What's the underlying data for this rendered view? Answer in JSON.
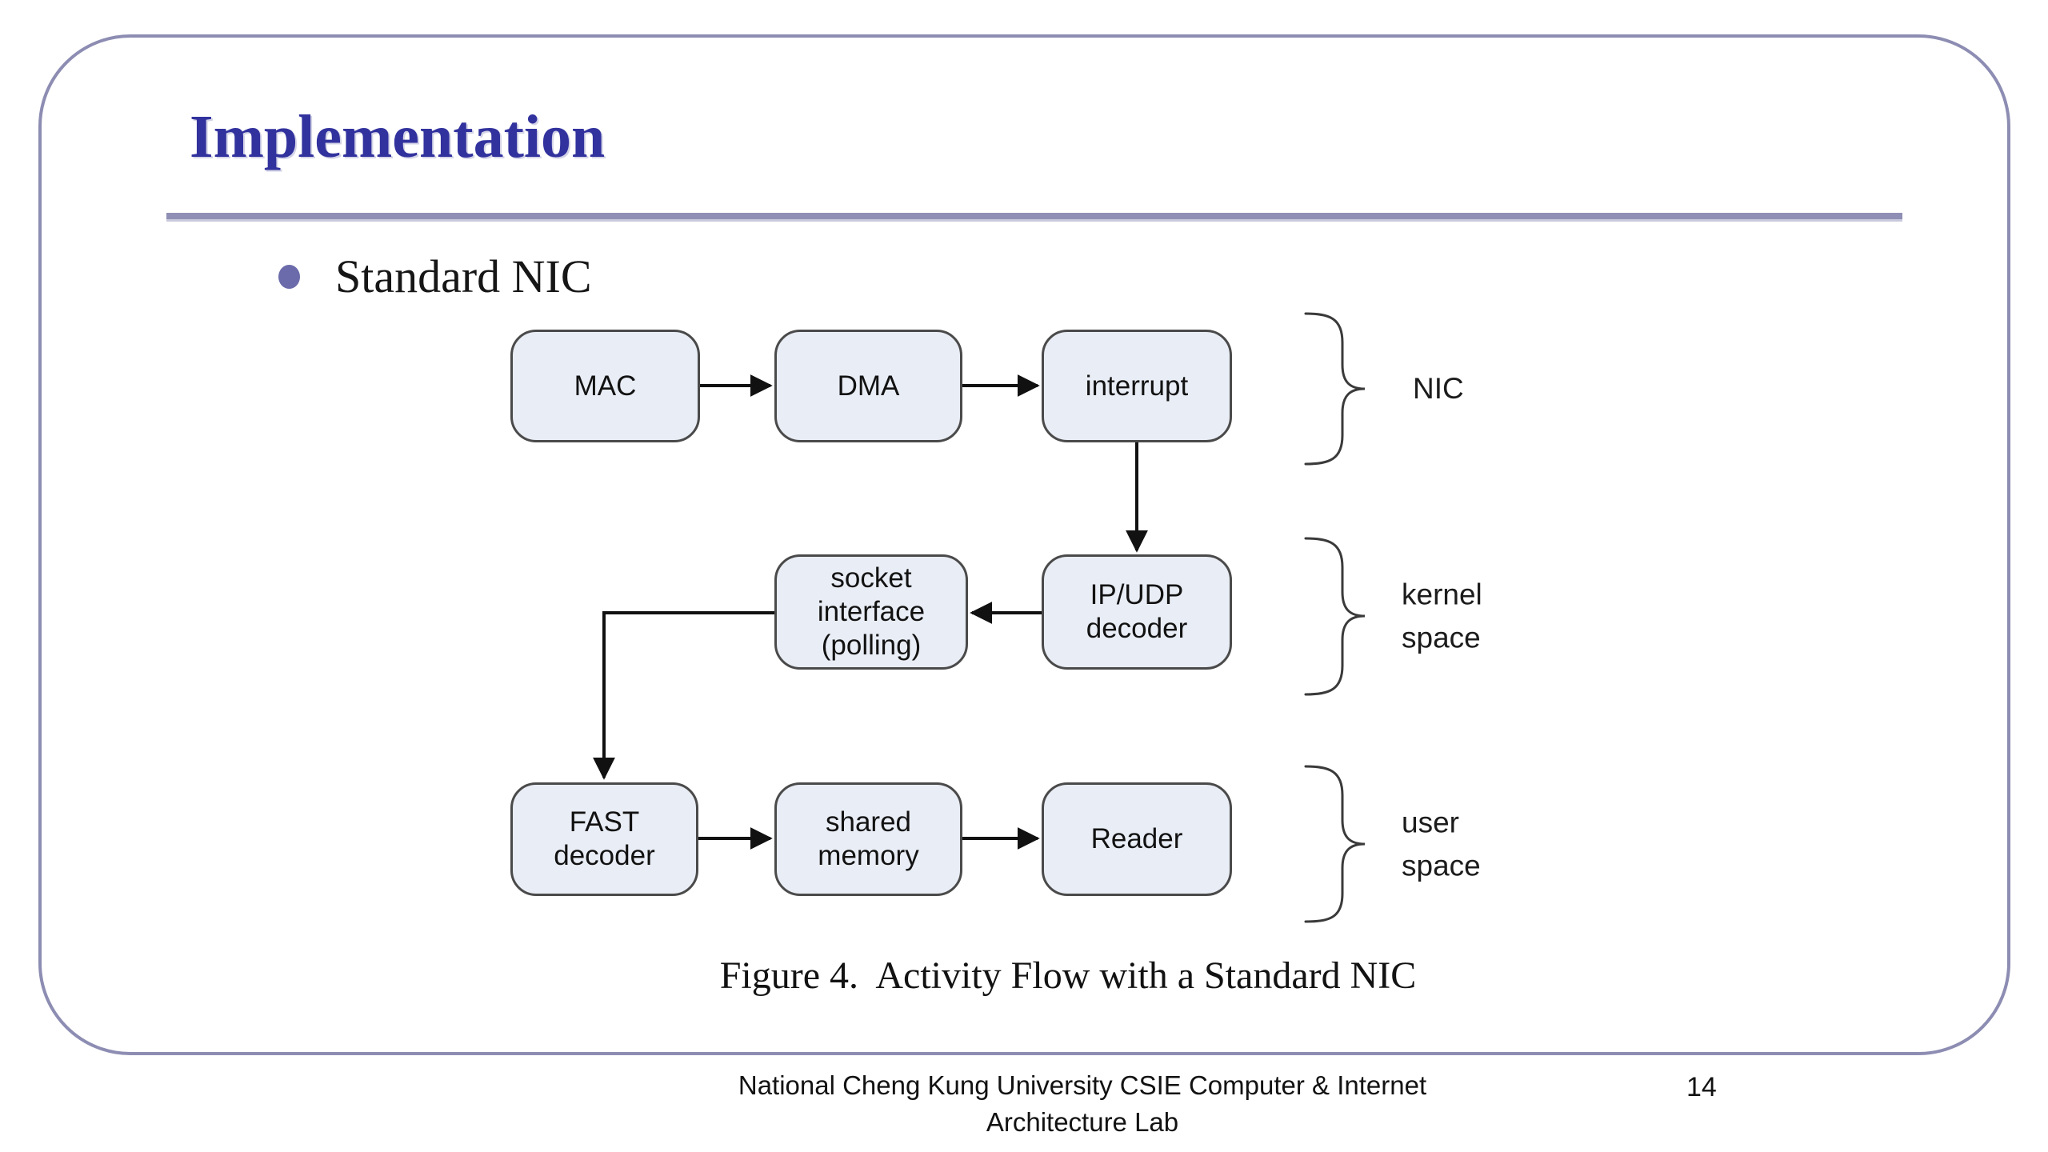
{
  "slide": {
    "title": "Implementation",
    "bullet": "Standard NIC",
    "footer": "National Cheng Kung University CSIE Computer & Internet\nArchitecture Lab",
    "page_number": "14"
  },
  "figure": {
    "caption": "Figure 4.  Activity Flow with a Standard NIC",
    "type": "flow-diagram",
    "nodes": [
      {
        "id": "mac",
        "label": "MAC"
      },
      {
        "id": "dma",
        "label": "DMA"
      },
      {
        "id": "interrupt",
        "label": "interrupt"
      },
      {
        "id": "socket",
        "label": "socket\ninterface\n(polling)"
      },
      {
        "id": "ipudp",
        "label": "IP/UDP\ndecoder"
      },
      {
        "id": "fast",
        "label": "FAST\ndecoder"
      },
      {
        "id": "shared",
        "label": "shared\nmemory"
      },
      {
        "id": "reader",
        "label": "Reader"
      }
    ],
    "edges": [
      {
        "from": "MAC",
        "to": "DMA"
      },
      {
        "from": "DMA",
        "to": "interrupt"
      },
      {
        "from": "interrupt",
        "to": "IP/UDP decoder"
      },
      {
        "from": "IP/UDP decoder",
        "to": "socket interface (polling)"
      },
      {
        "from": "socket interface (polling)",
        "to": "FAST decoder"
      },
      {
        "from": "FAST decoder",
        "to": "shared memory"
      },
      {
        "from": "shared memory",
        "to": "Reader"
      }
    ],
    "groups": [
      {
        "label": "NIC",
        "covers": [
          "MAC",
          "DMA",
          "interrupt"
        ]
      },
      {
        "label": "kernel\nspace",
        "covers": [
          "socket interface (polling)",
          "IP/UDP decoder"
        ]
      },
      {
        "label": "user\nspace",
        "covers": [
          "FAST decoder",
          "shared memory",
          "Reader"
        ]
      }
    ]
  },
  "colors": {
    "title": "#32329e",
    "slide_border": "#8d8db3",
    "title_rule": "#8f8fb5",
    "bullet_dot": "#6b6bab",
    "node_fill": "#e9edf5",
    "node_border": "#4a4a4a",
    "arrow": "#111111"
  }
}
